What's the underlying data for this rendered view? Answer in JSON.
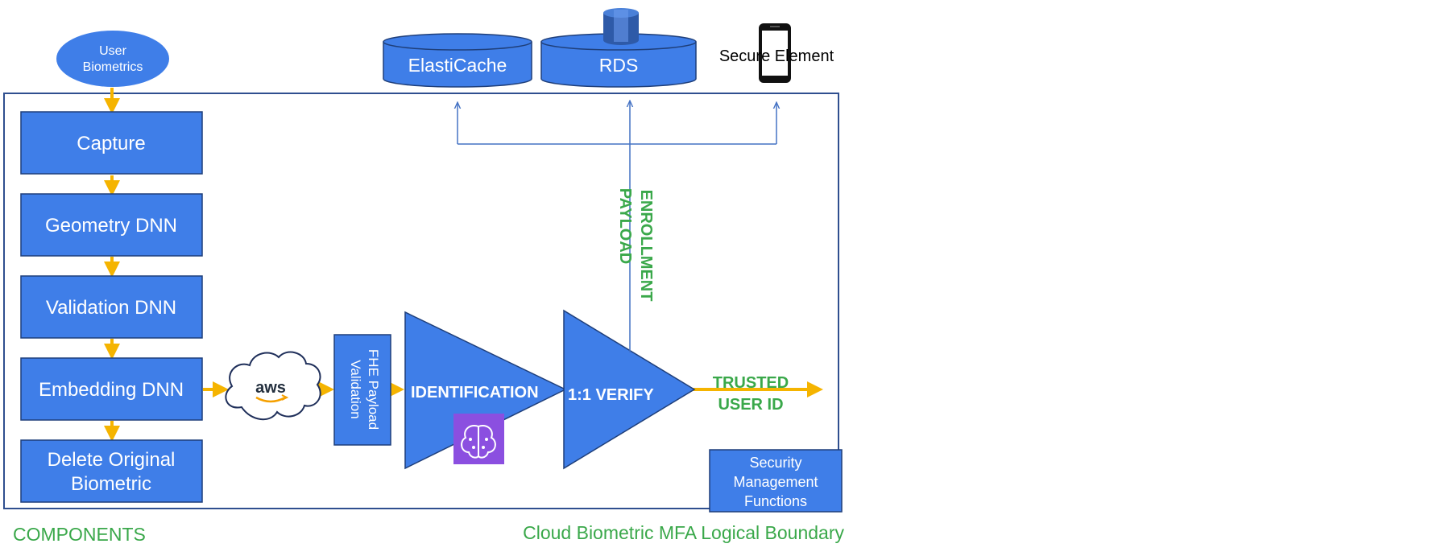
{
  "source": {
    "label_line1": "User",
    "label_line2": "Biometrics"
  },
  "pipeline": {
    "capture": "Capture",
    "geometry": "Geometry DNN",
    "validation": "Validation DNN",
    "embedding": "Embedding DNN",
    "delete_line1": "Delete Original",
    "delete_line2": "Biometric"
  },
  "cloud": {
    "label": "aws"
  },
  "fhe": {
    "line1": "FHE Payload",
    "line2": "Validation"
  },
  "identification": {
    "label": "IDENTIFICATION"
  },
  "verify": {
    "label": "1:1 VERIFY"
  },
  "output": {
    "line1": "TRUSTED",
    "line2": "USER ID"
  },
  "enrollment": {
    "line1": "ENROLLMENT",
    "line2": "PAYLOAD"
  },
  "stores": {
    "elasticache": "ElastiCache",
    "rds": "RDS",
    "secure_element": "Secure Element"
  },
  "security": {
    "line1": "Security",
    "line2": "Management",
    "line3": "Functions"
  },
  "captions": {
    "components": "COMPONENTS",
    "boundary": "Cloud Biometric MFA Logical Boundary"
  },
  "colors": {
    "box_blue": "#3f7ee8",
    "arrow_orange": "#f5b400",
    "text_green": "#3aa84a",
    "line_blue": "#4472c4",
    "brain_purple": "#8b4fe0"
  },
  "icons": [
    "aws-cloud-icon",
    "brain-chip-icon",
    "database-cylinder-icon",
    "smartphone-icon"
  ]
}
